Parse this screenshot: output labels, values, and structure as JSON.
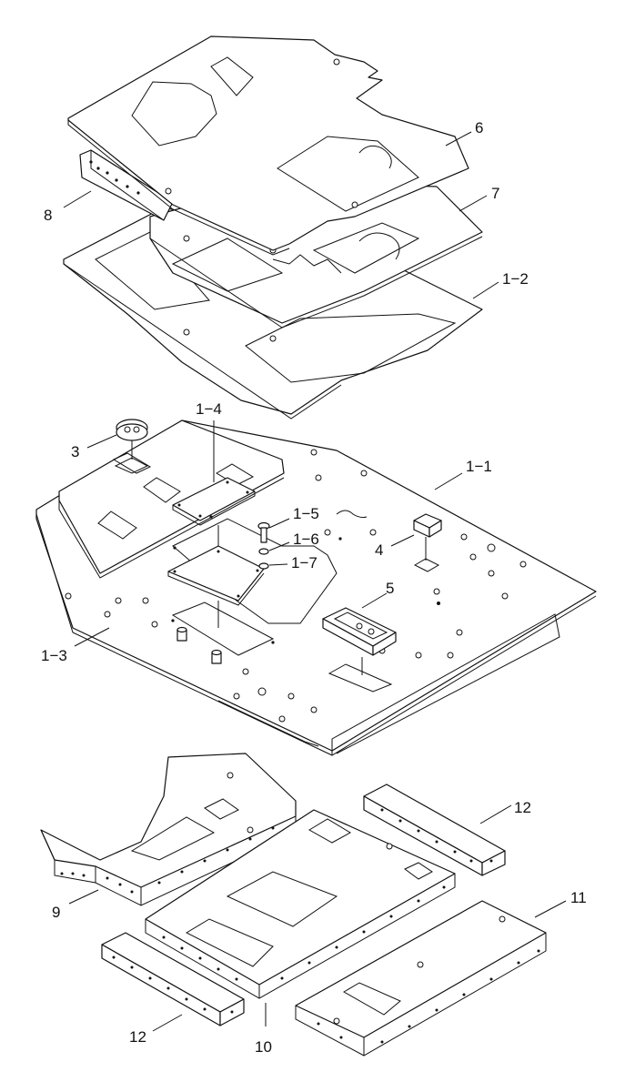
{
  "diagram": {
    "labels": {
      "p6": "6",
      "p7": "7",
      "p8": "8",
      "p1_2": "1−2",
      "p1_4": "1−4",
      "p3": "3",
      "p1_1": "1−1",
      "p1_5": "1−5",
      "p1_6": "1−6",
      "p1_7": "1−7",
      "p4": "4",
      "p5": "5",
      "p1_3": "1−3",
      "p12_top": "12",
      "p11": "11",
      "p9": "9",
      "p12_bottom": "12",
      "p10": "10"
    }
  }
}
